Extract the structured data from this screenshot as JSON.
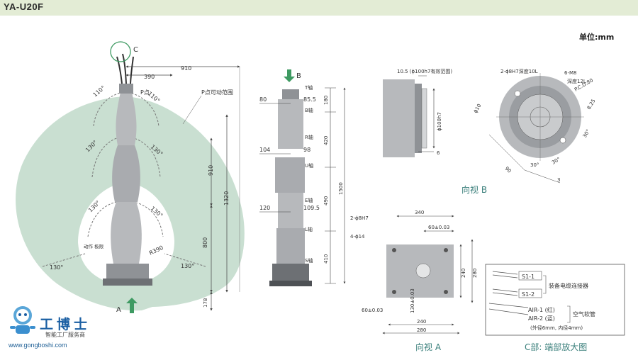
{
  "header": {
    "model": "YA-U20F"
  },
  "unit_label": "单位:mm",
  "side_view": {
    "circle_label": "C",
    "dims": {
      "top_reach": "910",
      "upper_reach": "390",
      "right_height": "1320",
      "mid_height": "910",
      "lower_height": "800",
      "base_height": "178",
      "radius": "R390"
    },
    "angles": {
      "top_left": "110°",
      "top_right": "110°",
      "upper_left": "130°",
      "upper_right": "130°",
      "mid_left": "130°",
      "mid_right": "130°",
      "bottom_left": "130°",
      "bottom_right": "130°"
    },
    "p_point": "P点",
    "p_range": "P点可动范围",
    "arrow": "A",
    "small_note": "动作\n极限"
  },
  "front_view": {
    "arrow": "B",
    "left_dims": [
      "80",
      "104",
      "120"
    ],
    "right_dims": [
      "85.5",
      "98",
      "109.5"
    ],
    "axes": [
      "T轴",
      "B轴",
      "R轴",
      "U轴",
      "E轴",
      "L轴",
      "S轴"
    ],
    "column_dims": [
      "180",
      "420",
      "490",
      "410"
    ],
    "total": "1500"
  },
  "flange_side": {
    "note": "10.5 (ϕ100h7有效范围)",
    "diameter": "ϕ100h7",
    "depth": "6"
  },
  "flange_face": {
    "hole_note": "2-ϕ8H7深度10L",
    "thread_note": "6-M8",
    "thread_depth": "深度12L",
    "pcd": "P.C.D.80",
    "d10": "ϕ10",
    "dims": [
      "8.25",
      "30°",
      "30°",
      "30°",
      "90",
      "3"
    ],
    "caption": "向视 B"
  },
  "base_view": {
    "hole_note": "2-ϕ8H7",
    "bolt_note": "4-ϕ14",
    "dims": {
      "top": "340",
      "top_right": "60±0.03",
      "right_inner": "240",
      "right_outer": "280",
      "left": "60±0.03",
      "inner_vert": "130±0.03",
      "bottom_inner": "240",
      "bottom_outer": "280"
    },
    "caption": "向视 A"
  },
  "detail_c": {
    "connector1": "S1-1",
    "connector2": "S1-2",
    "cable_label": "装备电缆连接器",
    "air1": "AIR-1 (红)",
    "air2": "AIR-2 (蓝)",
    "air_label": "空气软管",
    "tube_spec": "(外径6mm, 内径4mm)",
    "caption": "C部: 端部放大图"
  },
  "logo": {
    "brand": "工博士",
    "slogan": "智能工厂服务商",
    "site": "www.gongboshi.com"
  },
  "colors": {
    "envelope": "#c9dfd1",
    "robot": "#b7b9bc",
    "dark": "#6d7074",
    "dim": "#444444",
    "caption": "#3a7f7b",
    "arrow": "#3e9a62",
    "header": "#e3ecd5"
  }
}
